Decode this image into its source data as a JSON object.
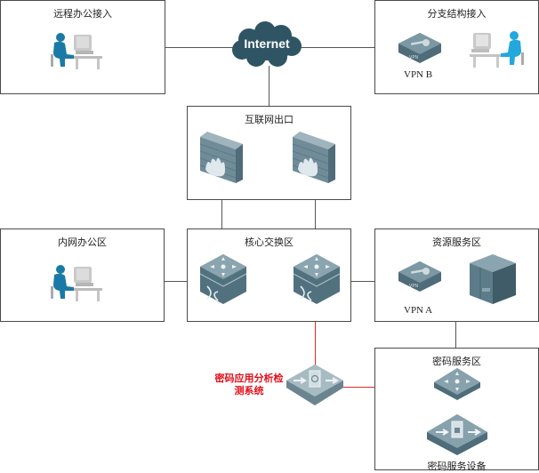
{
  "cloud": {
    "label": "Internet",
    "color": "#2f5564"
  },
  "zones": {
    "remote_office": {
      "title": "远程办公接入"
    },
    "branch": {
      "title": "分支结构接入",
      "vpn_label": "VPN B"
    },
    "internet_exit": {
      "title": "互联网出口"
    },
    "intranet_office": {
      "title": "内网办公区"
    },
    "core_switch": {
      "title": "核心交换区"
    },
    "resource_service": {
      "title": "资源服务区",
      "vpn_label": "VPN A"
    },
    "crypto_service": {
      "title": "密码服务区",
      "device_label": "密码服务设备"
    }
  },
  "analysis_system": {
    "label": "密码应用分析检测系统",
    "color": "#e0101a"
  },
  "colors": {
    "device": "#5f7f8c",
    "person": "#1a7aa5",
    "line": "#555555",
    "red_line": "#e0292b"
  }
}
